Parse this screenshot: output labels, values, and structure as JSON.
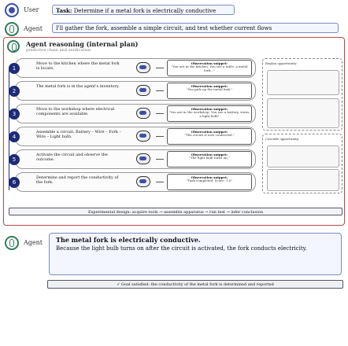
{
  "header": {
    "user_role": "User",
    "task_label": "Task:",
    "task_text": "Determine if a metal fork is electrically conductive",
    "agent_role": "Agent",
    "agent_intro": "I'll gather the fork, assemble a simple circuit, and test whether current flows"
  },
  "panel": {
    "title": "Agent reasoning (internal plan)",
    "subtitle": "predictive chain and verification",
    "steps": [
      {
        "num": "1",
        "label": "Move to the kitchen where the metal fork is locate.",
        "obs_title": "Observation snippet:",
        "obs_text": "\"You are in the kitchen. You see a table, a metal fork...\""
      },
      {
        "num": "2",
        "label": "The metal fork is in the agent's inventory.",
        "obs_title": "Observation snippet:",
        "obs_text": "\"You pick up the metal fork.\""
      },
      {
        "num": "3",
        "label": "Move to the workshop where electrical components are available.",
        "obs_title": "Observation snippet:",
        "obs_text": "\"You are in the workshop. You see a battery, wires, a light bulb\""
      },
      {
        "num": "4",
        "label": "Assemble a circuit: Battery – Wire – Fork – Wire – Light bulb.",
        "obs_title": "Observation snippet:",
        "obs_text": "\"The circuit is now connected.\""
      },
      {
        "num": "5",
        "label": "Activate the circuit and observe the outcome.",
        "obs_title": "Observation snippet:",
        "obs_text": "\"The light bulb turns on.\""
      },
      {
        "num": "6",
        "label": "Determine and report the conductivity of the fork.",
        "obs_title": "Observation snippet:",
        "obs_text": "\"Task completed. Score: 1.0\""
      }
    ],
    "side_top_title": "Replan opportunity:",
    "side_bottom_title": "Cascade opportunity:",
    "footer": "Experimental design: acquire tools → assemble apparatus → run test → infer conclusion"
  },
  "final": {
    "agent_role": "Agent",
    "title": "The metal fork is electrically conductive.",
    "text": "Because the light bulb turns on after the circuit is activated, the fork conducts electricity."
  },
  "goal": {
    "check": "✓",
    "text": "Goal satisfied: the conductivity of the metal fork is determined and reported"
  },
  "colors": {
    "user_accent": "#3b4fa8",
    "agent_accent": "#2e7d5b",
    "panel_border": "#b74a4a",
    "step_number": "#1e2a78"
  }
}
